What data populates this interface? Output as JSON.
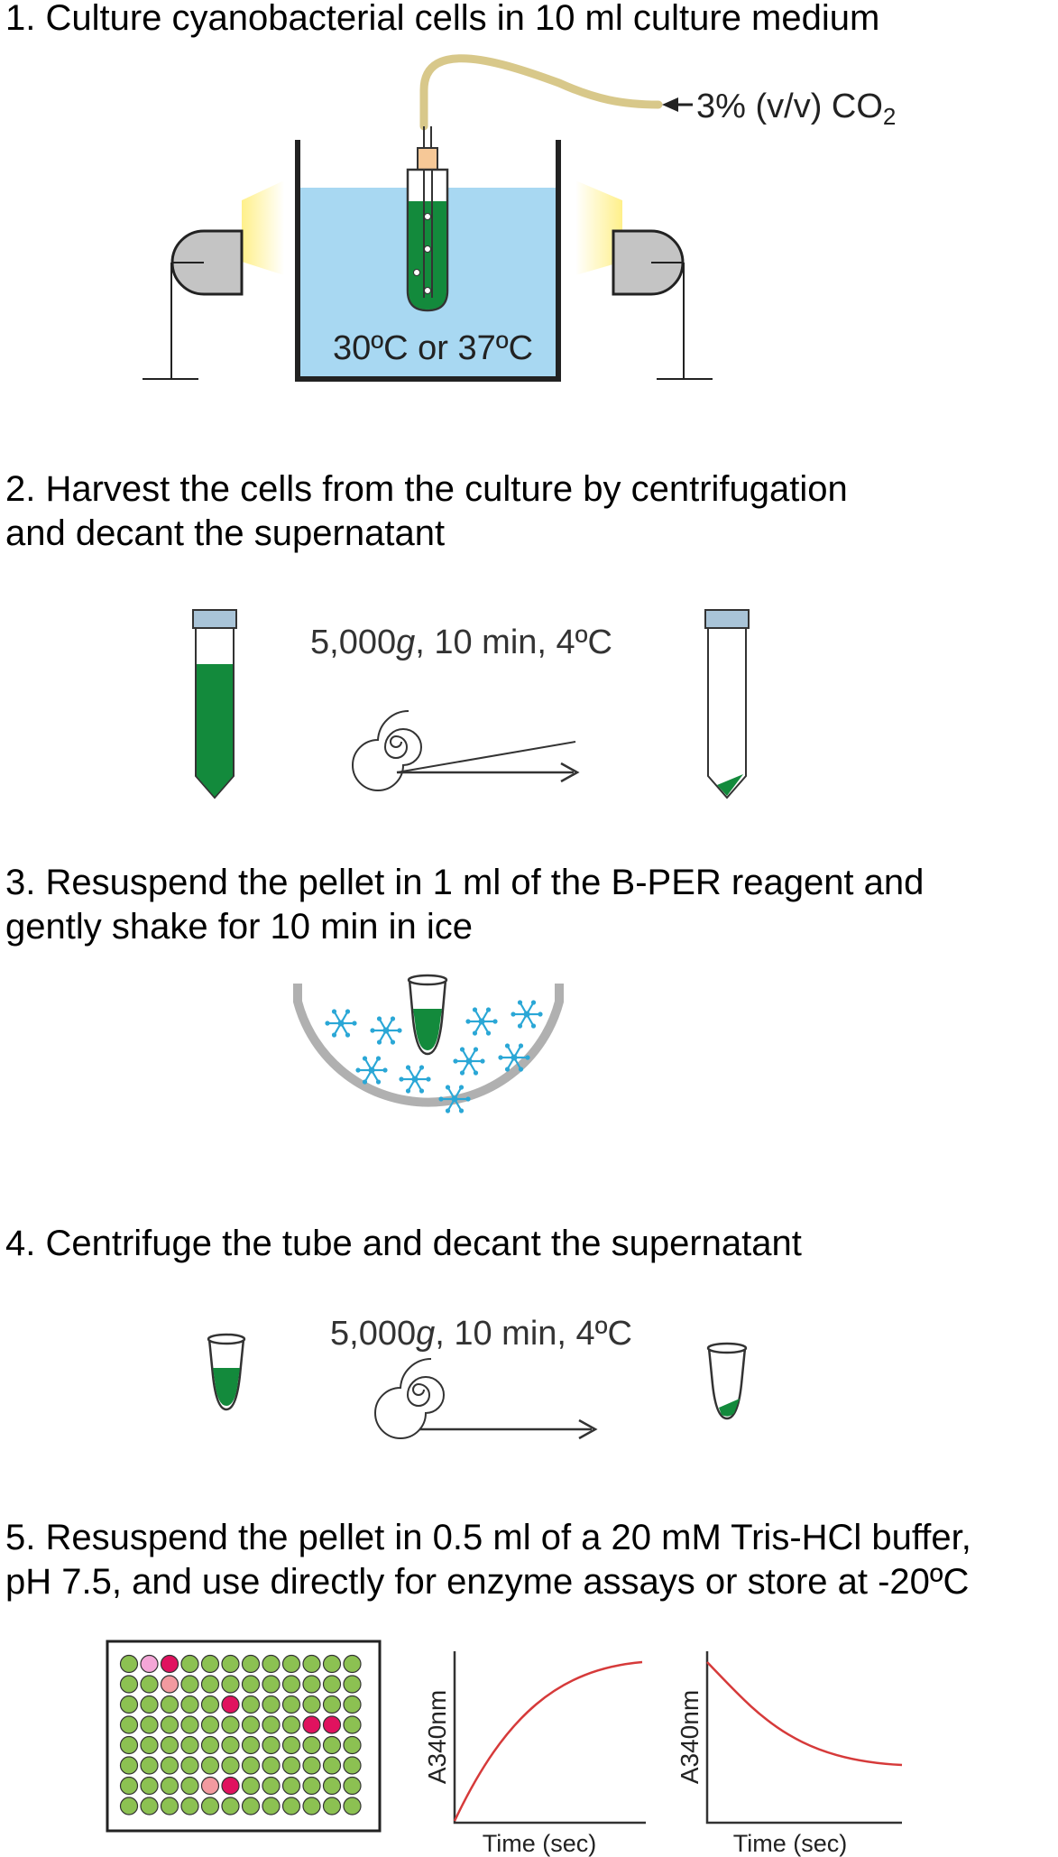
{
  "steps": [
    {
      "lines": [
        "1. Culture cyanobacterial cells in 10 ml culture medium"
      ],
      "co2_label": "3% (v/v) CO",
      "co2_subscript": "2",
      "temperature_label": "30ºC or 37ºC"
    },
    {
      "lines": [
        "2. Harvest the cells from the culture by centrifugation",
        "and decant the supernatant"
      ],
      "centrifuge_value": "5,000",
      "centrifuge_unit": "g",
      "centrifuge_rest": ", 10 min, 4ºC"
    },
    {
      "lines": [
        "3. Resuspend the pellet in 1 ml of the B-PER reagent and",
        "gently shake for 10 min in ice"
      ]
    },
    {
      "lines": [
        "4. Centrifuge the tube and decant the supernatant"
      ],
      "centrifuge_value": "5,000",
      "centrifuge_unit": "g",
      "centrifuge_rest": ", 10 min, 4ºC"
    },
    {
      "lines": [
        "5. Resuspend the pellet in 0.5 ml of a 20 mM Tris-HCl buffer,",
        "pH 7.5, and use directly for enzyme assays or store at -20ºC"
      ]
    }
  ],
  "plate": {
    "rows": 8,
    "cols": 12,
    "well_color": "#8cc152",
    "highlighted_wells": [
      {
        "row": 0,
        "col": 1,
        "color": "#f4a6d7"
      },
      {
        "row": 0,
        "col": 2,
        "color": "#e0125f"
      },
      {
        "row": 1,
        "col": 2,
        "color": "#f29aa0"
      },
      {
        "row": 2,
        "col": 5,
        "color": "#e0125f"
      },
      {
        "row": 3,
        "col": 9,
        "color": "#e0125f"
      },
      {
        "row": 3,
        "col": 10,
        "color": "#e0125f"
      },
      {
        "row": 6,
        "col": 4,
        "color": "#f29aa0"
      },
      {
        "row": 6,
        "col": 5,
        "color": "#e0125f"
      }
    ]
  },
  "graphs": [
    {
      "ylabel": "A340nm",
      "xlabel": "Time (sec)",
      "trend": "increasing"
    },
    {
      "ylabel": "A340nm",
      "xlabel": "Time (sec)",
      "trend": "decreasing"
    }
  ],
  "colors": {
    "culture_green": "#138a3c",
    "water_blue": "#a8d8f2",
    "tube_cap": "#a9c4d8",
    "tubing": "#d8c88a",
    "lamp_grey": "#c4c4c4",
    "light_yellow": "#fff3a0",
    "snowflake": "#2aa7d6",
    "curve_red": "#d63a3a"
  }
}
